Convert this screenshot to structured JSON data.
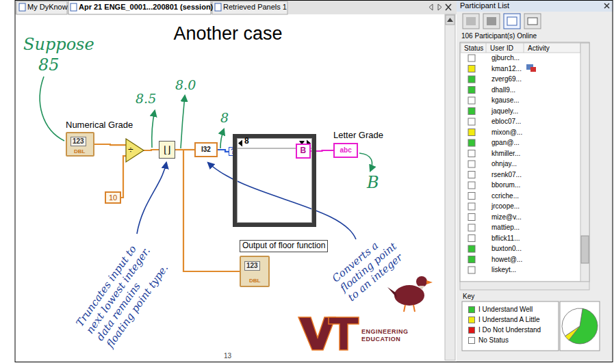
{
  "diagram": {
    "title": "Another case",
    "nodes": [
      {
        "text": [
          "Numerical Grade",
          "123",
          "DBL"
        ]
      },
      {
        "text": [
          "10"
        ]
      },
      {
        "text": [
          "÷"
        ]
      },
      {
        "text": [
          "⌊⌋"
        ]
      },
      {
        "text": [
          "I32"
        ]
      },
      {
        "text": [
          "8"
        ]
      },
      {
        "text": [
          "B"
        ],
        "in": 5
      },
      {
        "text": [
          "Letter Grade",
          "abc"
        ]
      },
      {
        "text": [
          "Output of floor function",
          "123",
          "DBL"
        ]
      }
    ],
    "edges": [
      {
        "from": 0,
        "to": 2,
        "arrow": "none"
      },
      {
        "from": 1,
        "to": 2,
        "arrow": "none"
      },
      {
        "from": 2,
        "to": 3,
        "arrow": "none"
      },
      {
        "from": 3,
        "to": 4,
        "arrow": "none"
      },
      {
        "from": 3,
        "to": 8,
        "arrow": "none"
      },
      {
        "from": 4,
        "to": 5,
        "arrow": "none"
      },
      {
        "from": 6,
        "to": 7,
        "arrow": "none"
      }
    ],
    "labels": [
      "My DyKnow",
      "Apr 21 ENGE_0001...200801 (session)",
      "Retrieved Panels 1",
      "Another case",
      "Suppose",
      "85",
      "8.5",
      "8.0",
      "8",
      "B",
      "?",
      "Truncates input to next lowest integer. data remains floating point type.",
      "Converts a floating point to an integer",
      "ENGINEERING EDUCATION",
      "13",
      "Participant List",
      "106 Participant(s) Online",
      "Status",
      "User ID",
      "Activity",
      "Key",
      "gjburch...",
      "kman12...",
      "zverg69...",
      "dhall9...",
      "kgause...",
      "jaquely...",
      "ebloc07...",
      "mixon@...",
      "gpan@...",
      "khmiller...",
      "ohnjay...",
      "rsenk07...",
      "bborum...",
      "ccriche...",
      "jrcoope...",
      "mize@v...",
      "mattiep...",
      "bflick11...",
      "buxton0...",
      "howet@...",
      "liskeyt..."
    ],
    "legend": [
      {
        "text": "I Understand Well",
        "color": "#35c435"
      },
      {
        "text": "I Understand A Little",
        "color": "#f2ea10"
      },
      {
        "text": "I Do Not Understand",
        "color": "#e01515"
      },
      {
        "text": "No Status",
        "color": "#ffffff"
      }
    ]
  }
}
